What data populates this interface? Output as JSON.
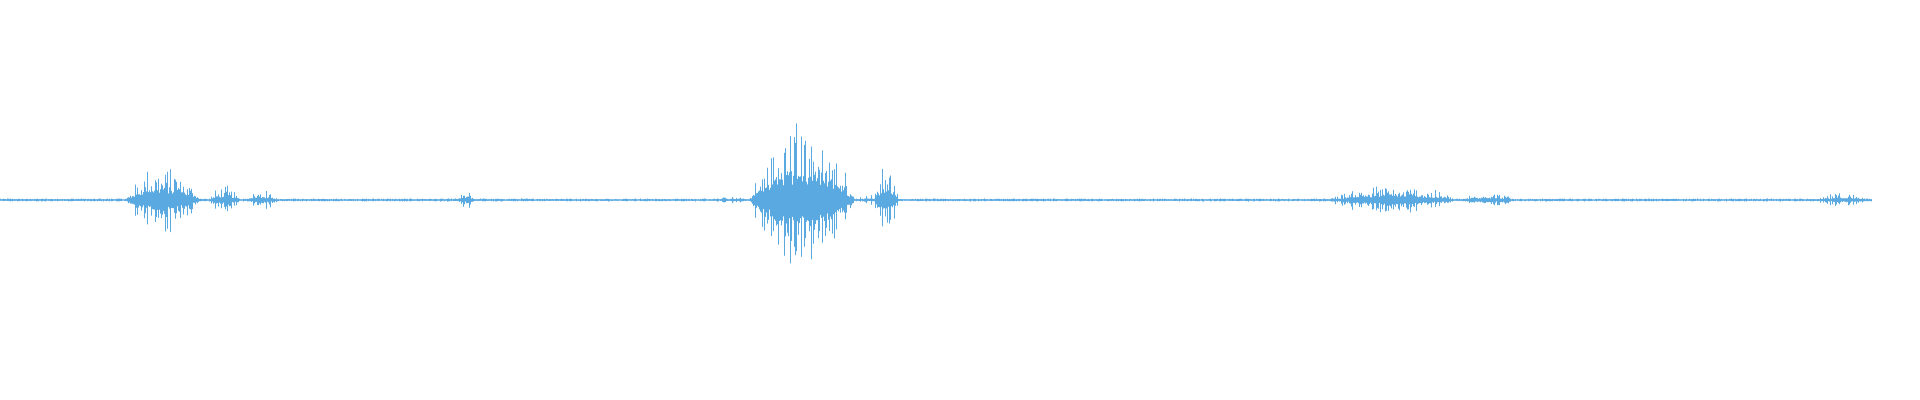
{
  "waveform": {
    "color": "#5aa9e0",
    "segments": [
      {
        "start": 0.065,
        "end": 0.105,
        "peak": 0.22
      },
      {
        "start": 0.108,
        "end": 0.125,
        "peak": 0.08
      },
      {
        "start": 0.127,
        "end": 0.145,
        "peak": 0.06
      },
      {
        "start": 0.238,
        "end": 0.248,
        "peak": 0.05
      },
      {
        "start": 0.37,
        "end": 0.39,
        "peak": 0.02
      },
      {
        "start": 0.39,
        "end": 0.445,
        "peak": 0.5
      },
      {
        "start": 0.445,
        "end": 0.462,
        "peak": 0.03
      },
      {
        "start": 0.455,
        "end": 0.468,
        "peak": 0.22
      },
      {
        "start": 0.69,
        "end": 0.76,
        "peak": 0.09
      },
      {
        "start": 0.76,
        "end": 0.79,
        "peak": 0.05
      },
      {
        "start": 0.945,
        "end": 0.975,
        "peak": 0.04
      }
    ]
  }
}
